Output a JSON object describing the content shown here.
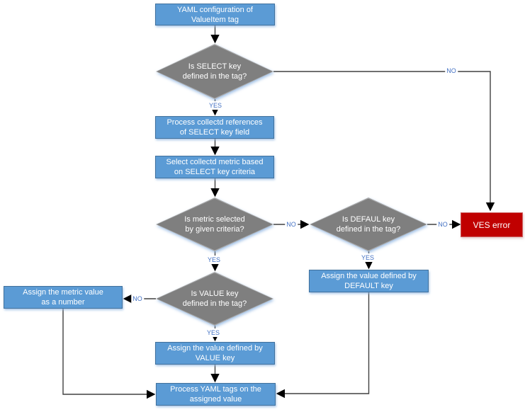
{
  "nodes": {
    "start": {
      "label": "YAML configuration of\nValueItem tag",
      "type": "process"
    },
    "d_select": {
      "label": "Is SELECT key\ndefined in the tag?",
      "type": "decision"
    },
    "process_refs": {
      "label": "Process collectd references\nof SELECT key field",
      "type": "process"
    },
    "select_metric": {
      "label": "Select collectd metric based\non SELECT key criteria",
      "type": "process"
    },
    "d_metric": {
      "label": "Is metric selected\nby given criteria?",
      "type": "decision"
    },
    "d_default": {
      "label": "Is DEFAUL key\ndefined in the tag?",
      "type": "decision"
    },
    "ves_error": {
      "label": "VES error",
      "type": "error"
    },
    "assign_default": {
      "label": "Assign the value defined by\nDEFAULT key",
      "type": "process"
    },
    "d_value": {
      "label": "Is VALUE key\ndefined in the tag?",
      "type": "decision"
    },
    "assign_metric": {
      "label": "Assign the metric value\nas a number",
      "type": "process"
    },
    "assign_value": {
      "label": "Assign the value defined by\nVALUE key",
      "type": "process"
    },
    "process_tags": {
      "label": "Process YAML tags on the\nassigned value",
      "type": "process"
    }
  },
  "edge_labels": {
    "select_yes": "YES",
    "select_no": "NO",
    "metric_yes": "YES",
    "metric_no": "NO",
    "default_yes": "YES",
    "default_no": "NO",
    "value_yes": "YES",
    "value_no": "NO"
  },
  "colors": {
    "background": "#FFFFFF",
    "process_fill": "#5B9BD5",
    "process_border": "#41719C",
    "decision_fill": "#7F7F7F",
    "decision_border": "#A6A6A6",
    "error_fill": "#C00000",
    "error_border": "#CC5C5C",
    "edge_line": "#404040",
    "arrow": "#000000",
    "edge_label_text": "#4472C4",
    "node_text": "#FFFFFF"
  }
}
